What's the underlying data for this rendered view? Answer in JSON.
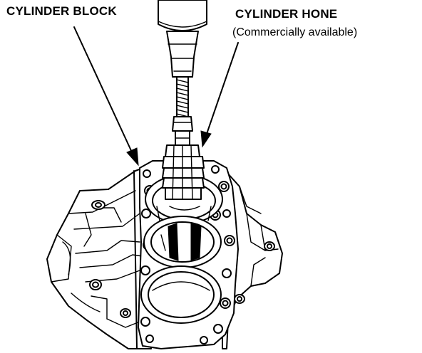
{
  "labels": {
    "cylinder_block": "CYLINDER BLOCK",
    "cylinder_hone": "CYLINDER HONE",
    "cylinder_hone_note": "(Commercially available)"
  },
  "colors": {
    "ink": "#000000",
    "paper": "#ffffff"
  }
}
